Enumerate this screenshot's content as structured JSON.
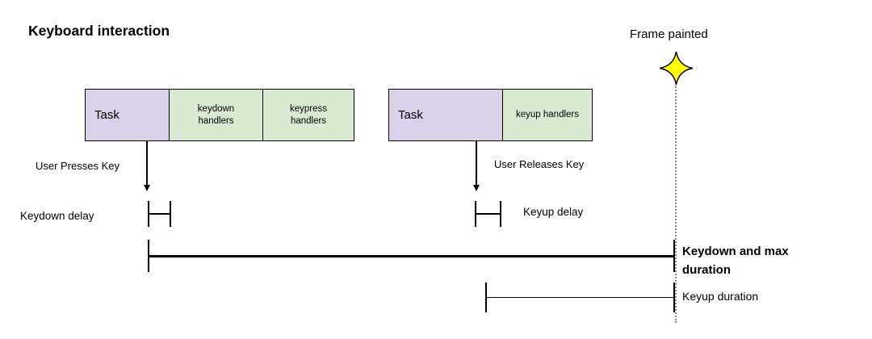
{
  "title": "Keyboard interaction",
  "frame_painted_label": "Frame painted",
  "keydown_sequence": {
    "task_label": "Task",
    "handlers": [
      {
        "label": "keydown handlers"
      },
      {
        "label": "keypress handlers"
      }
    ]
  },
  "keyup_sequence": {
    "task_label": "Task",
    "handlers": [
      {
        "label": "keyup handlers"
      }
    ]
  },
  "events": {
    "press": "User Presses Key",
    "release": "User Releases Key"
  },
  "measurements": {
    "keydown_delay": "Keydown delay",
    "keyup_delay": "Keyup delay",
    "keydown_max_duration": "Keydown and max duration",
    "keyup_duration": "Keyup duration"
  },
  "colors": {
    "task_fill": "#d9d2e9",
    "handler_fill": "#d9ead3",
    "star_fill": "#ffff00",
    "line_color": "#000000",
    "dotted_color": "#8a8a8a"
  }
}
